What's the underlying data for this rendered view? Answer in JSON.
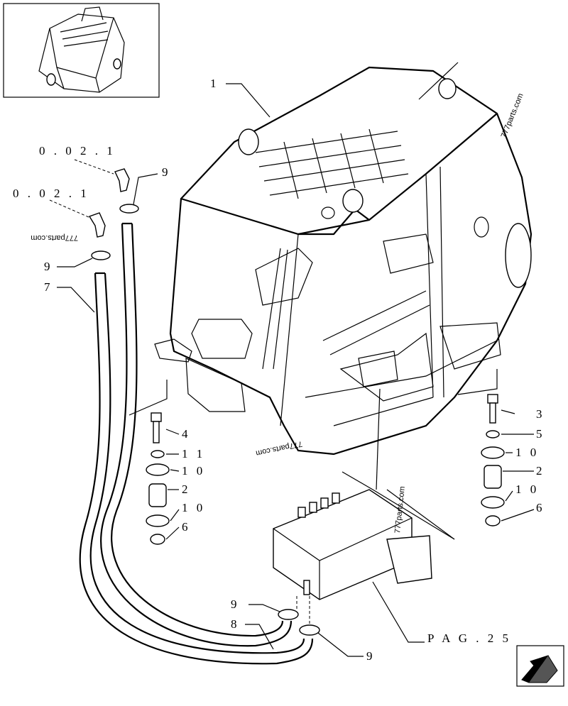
{
  "callouts": {
    "cab": "1",
    "ref_upper": "0 . 0 2 . 1",
    "ref_lower": "0 . 0 2 . 1",
    "clamp_top": "9",
    "clamp_left": "9",
    "hose_left": "7",
    "left_stack": [
      "4",
      "1 1",
      "1 0",
      "2",
      "1 0",
      "6"
    ],
    "right_stack": [
      "3",
      "5",
      "1 0",
      "2",
      "1 0",
      "6"
    ],
    "clamp_low_a": "9",
    "hose_low": "8",
    "clamp_low_b": "9",
    "page_ref": "P A G . 2 5"
  },
  "watermarks": {
    "top_right": "777parts.com",
    "left_flipped": "777parts.com",
    "center_flipped": "777parts.com",
    "box_vertical": "777parts.com"
  },
  "icons": {
    "thumbnail": "cab-thumbnail-icon",
    "nav": "next-page-arrow-icon"
  }
}
